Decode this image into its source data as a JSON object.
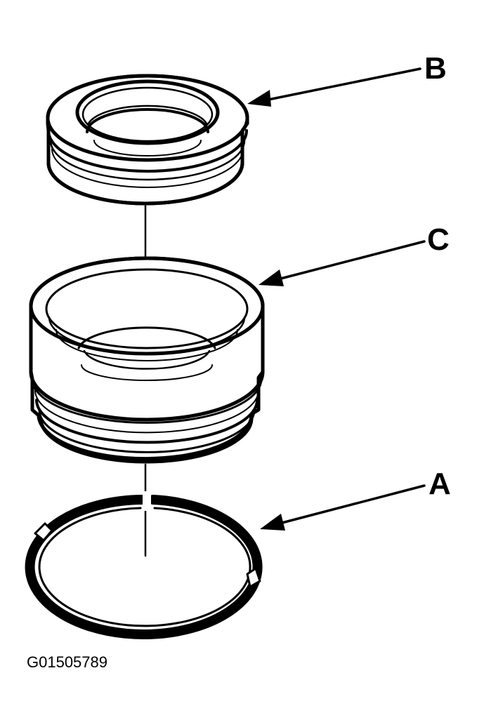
{
  "diagram": {
    "callouts": {
      "a": "A",
      "b": "B",
      "c": "C"
    },
    "figure_id": "G01505789"
  }
}
